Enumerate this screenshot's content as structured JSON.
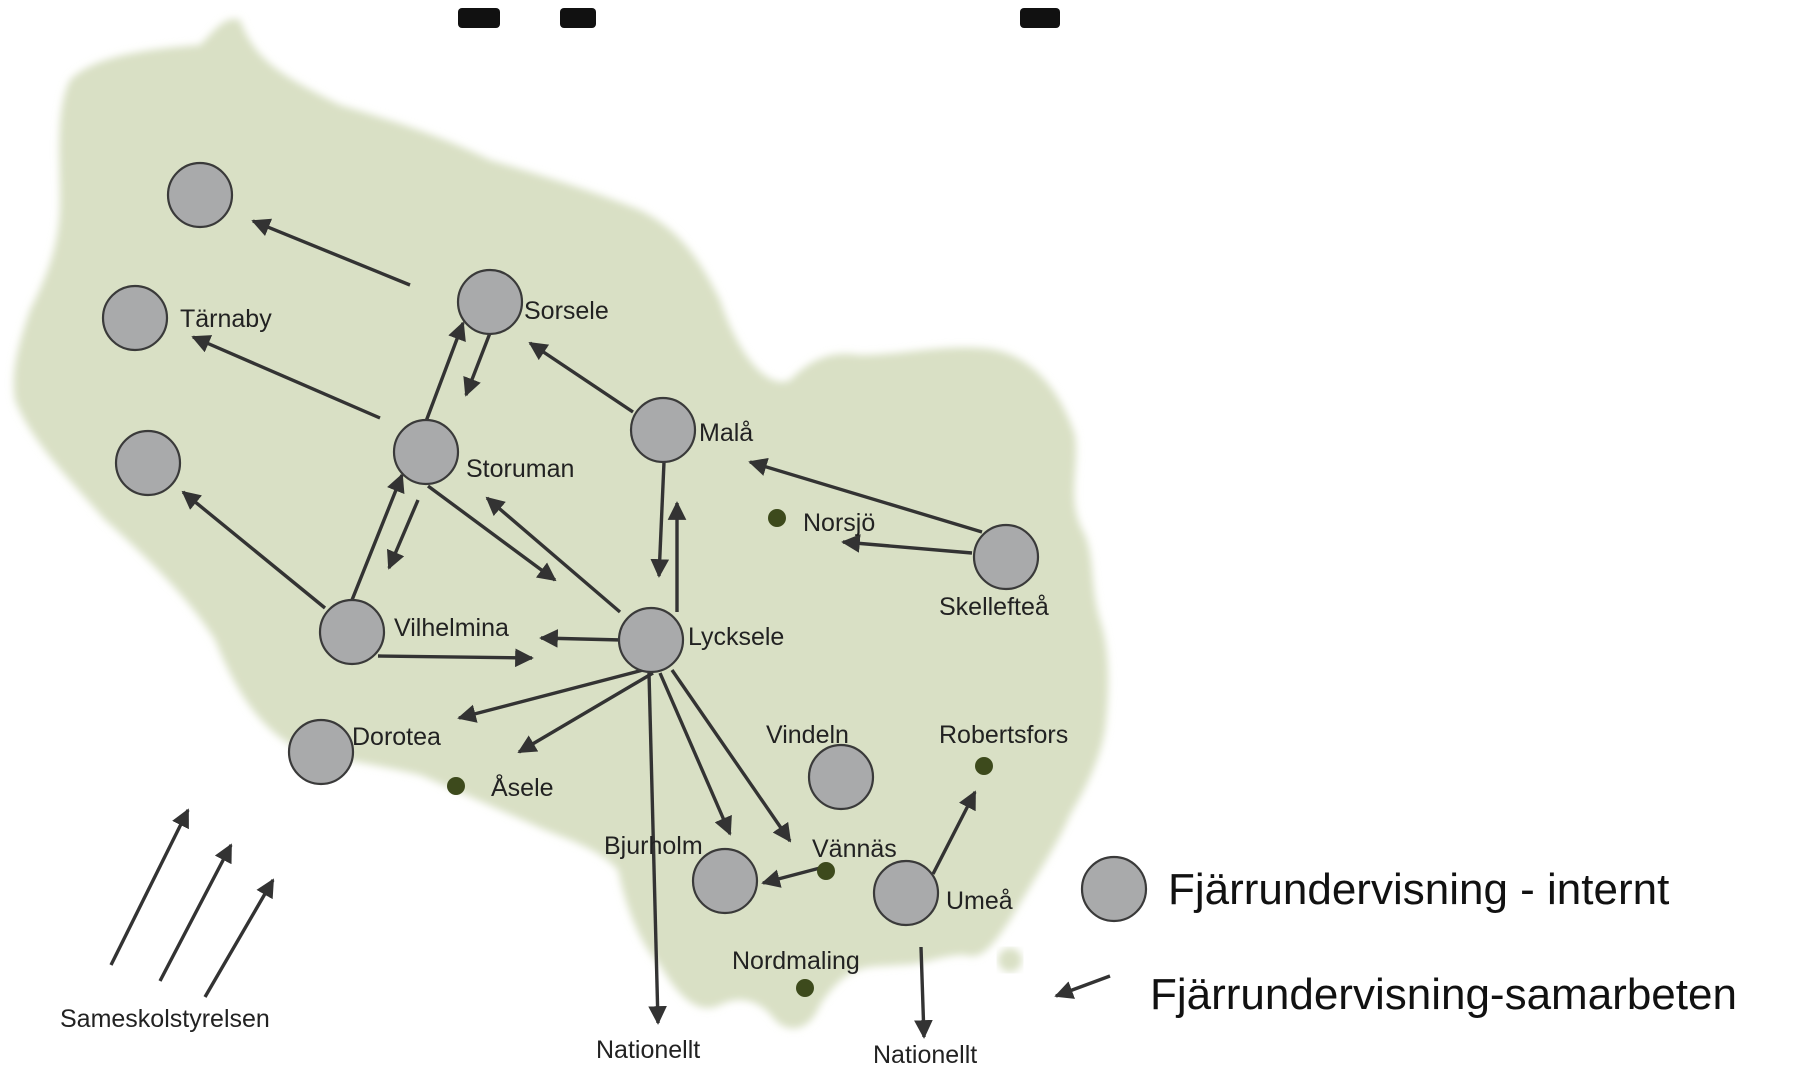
{
  "map": {
    "title_visible": false,
    "region_color": "#d9e0c5",
    "hub_color": "#a9aaab",
    "school_dot_color": "#3d4a1c",
    "arrow_color": "#333333"
  },
  "places": {
    "tarnaby": "Tärnaby",
    "sorsele": "Sorsele",
    "storuman": "Storuman",
    "mala": "Malå",
    "norsjo": "Norsjö",
    "skelleftea": "Skellefteå",
    "vilhelmina": "Vilhelmina",
    "lycksele": "Lycksele",
    "dorotea": "Dorotea",
    "asele": "Åsele",
    "vindeln": "Vindeln",
    "robertsfors": "Robertsfors",
    "bjurholm": "Bjurholm",
    "vannas": "Vännäs",
    "umea": "Umeå",
    "nordmaling": "Nordmaling",
    "nationellt_1": "Nationellt",
    "nationellt_2": "Nationellt",
    "sameskolstyrelsen": "Sameskolstyrelsen"
  },
  "legend": {
    "internal": "Fjärrundervisning - internt",
    "collaboration": "Fjärrundervisning-samarbeten"
  }
}
